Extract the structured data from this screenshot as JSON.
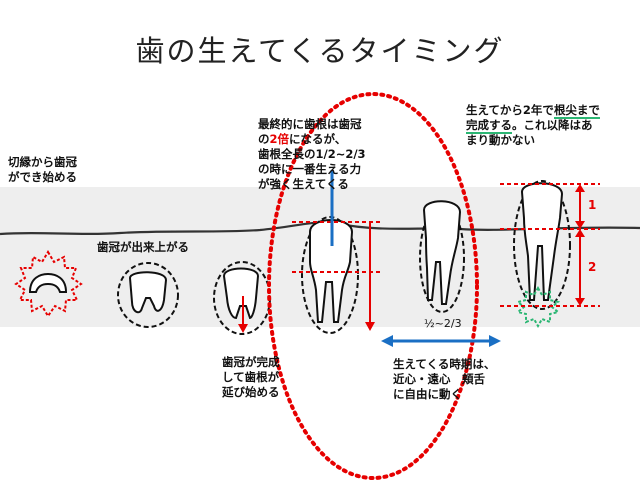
{
  "title": "歯の生えてくるタイミング",
  "labels": {
    "incisal_edge_1": "切縁から歯冠",
    "incisal_edge_2": "ができ始める",
    "crown_complete": "歯冠が出来上がる",
    "root_growth_1": "歯冠が完成",
    "root_growth_2": "して歯根が",
    "root_growth_3": "延び始める",
    "final_1": "最終的に歯根は歯冠",
    "final_2_pre": "の",
    "final_2_red": "2倍",
    "final_2_post": "になるが、",
    "final_3": "歯根全長の1/2~2/3",
    "final_4": "の時に一番生える力",
    "final_5": "が強く生えてくる",
    "apex_1_pre": "生えてから2年で",
    "apex_1_green": "根尖まで",
    "apex_2_green": "完成する",
    "apex_2_post": "。これ以降はあ",
    "apex_3": "まり動かない",
    "erupt_1": "生えてくる時期は、",
    "erupt_2": "近心・遠心　頬舌",
    "erupt_3": "に自由に動く",
    "ratio": "½~2/3",
    "num_1": "1",
    "num_2": "2"
  },
  "colors": {
    "accent_red": "#e60000",
    "accent_blue": "#1a6fc4",
    "accent_green": "#2bb673",
    "gum_band": "#eeeeee"
  }
}
